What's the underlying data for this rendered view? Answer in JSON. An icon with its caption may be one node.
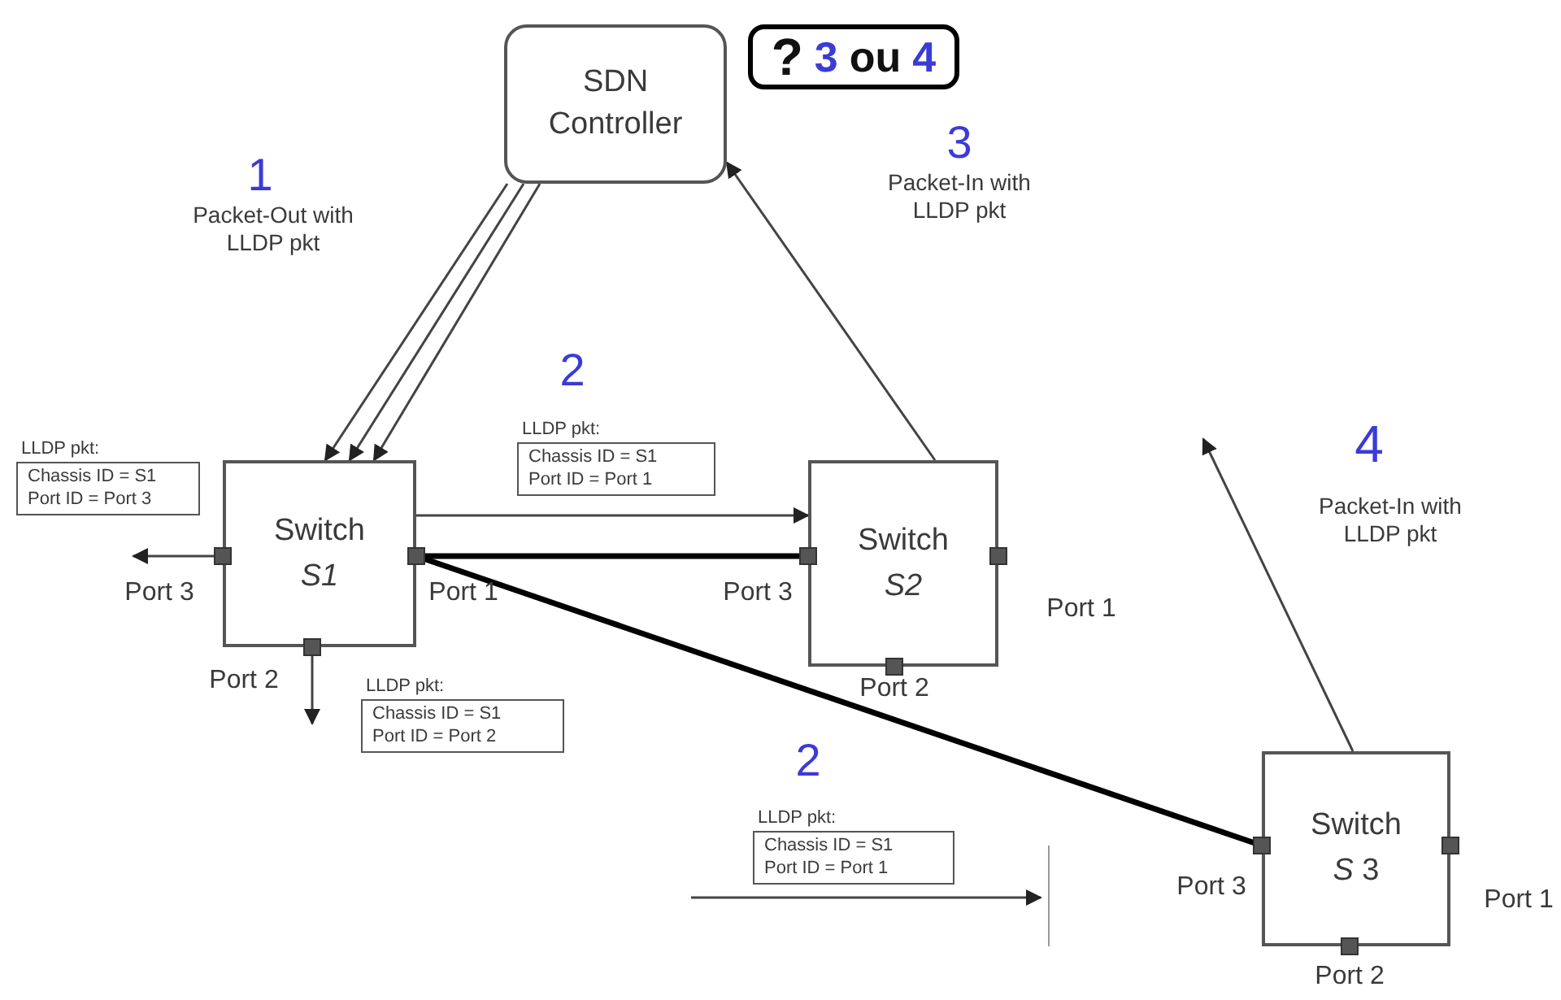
{
  "diagram": {
    "nodes": [
      {
        "text": [
          "SDN Controller"
        ]
      },
      {
        "text": [
          "?",
          "3",
          "ou",
          "4"
        ]
      },
      {
        "text": [
          "LLDP pkt:",
          "Chassis ID = S1",
          "Port ID = Port 1"
        ]
      },
      {
        "text": [
          "LLDP pkt:",
          "Chassis ID = S1",
          "Port ID = Port 3"
        ]
      },
      {
        "text": [
          "Switch *S1*"
        ],
        "beside": [
          "Port 3",
          "Port 1",
          "Port 2"
        ]
      },
      {
        "text": [
          "Switch *S2*"
        ],
        "beside": [
          "Port 3",
          "Port 1",
          "Port 2"
        ]
      },
      {
        "text": [
          "LLDP pkt:",
          "Chassis ID = S1",
          "Port ID = Port 2"
        ]
      },
      {
        "text": [
          "LLDP pkt:",
          "Chassis ID = S1",
          "Port ID = Port 1"
        ]
      },
      {
        "text": [
          "Switch *S* 3"
        ],
        "beside": [
          "Port 3",
          "Port 1",
          "Port 2"
        ]
      }
    ],
    "edges": [
      {
        "from": 0,
        "to": 4,
        "arrow": "to"
      },
      {
        "from": 0,
        "to": 4,
        "arrow": "to"
      },
      {
        "from": 0,
        "to": 4,
        "arrow": "to"
      },
      {
        "from": 4,
        "to": 5,
        "arrow": "to"
      },
      {
        "from": 4,
        "to": 5,
        "arrow": "none",
        "style": "thick"
      },
      {
        "from": 4,
        "to": 8,
        "arrow": "none",
        "style": "thick"
      },
      {
        "from": 4,
        "to": null,
        "arrow": "to"
      },
      {
        "from": 4,
        "to": null,
        "arrow": "to"
      },
      {
        "from": 5,
        "to": 0,
        "arrow": "to"
      },
      {
        "from": 8,
        "to": null,
        "arrow": "to"
      }
    ],
    "labels": [
      "1",
      "Packet-Out with LLDP pkt",
      "3",
      "Packet-In with LLDP pkt",
      "2",
      "4",
      "Packet-In with LLDP pkt",
      "2"
    ]
  }
}
